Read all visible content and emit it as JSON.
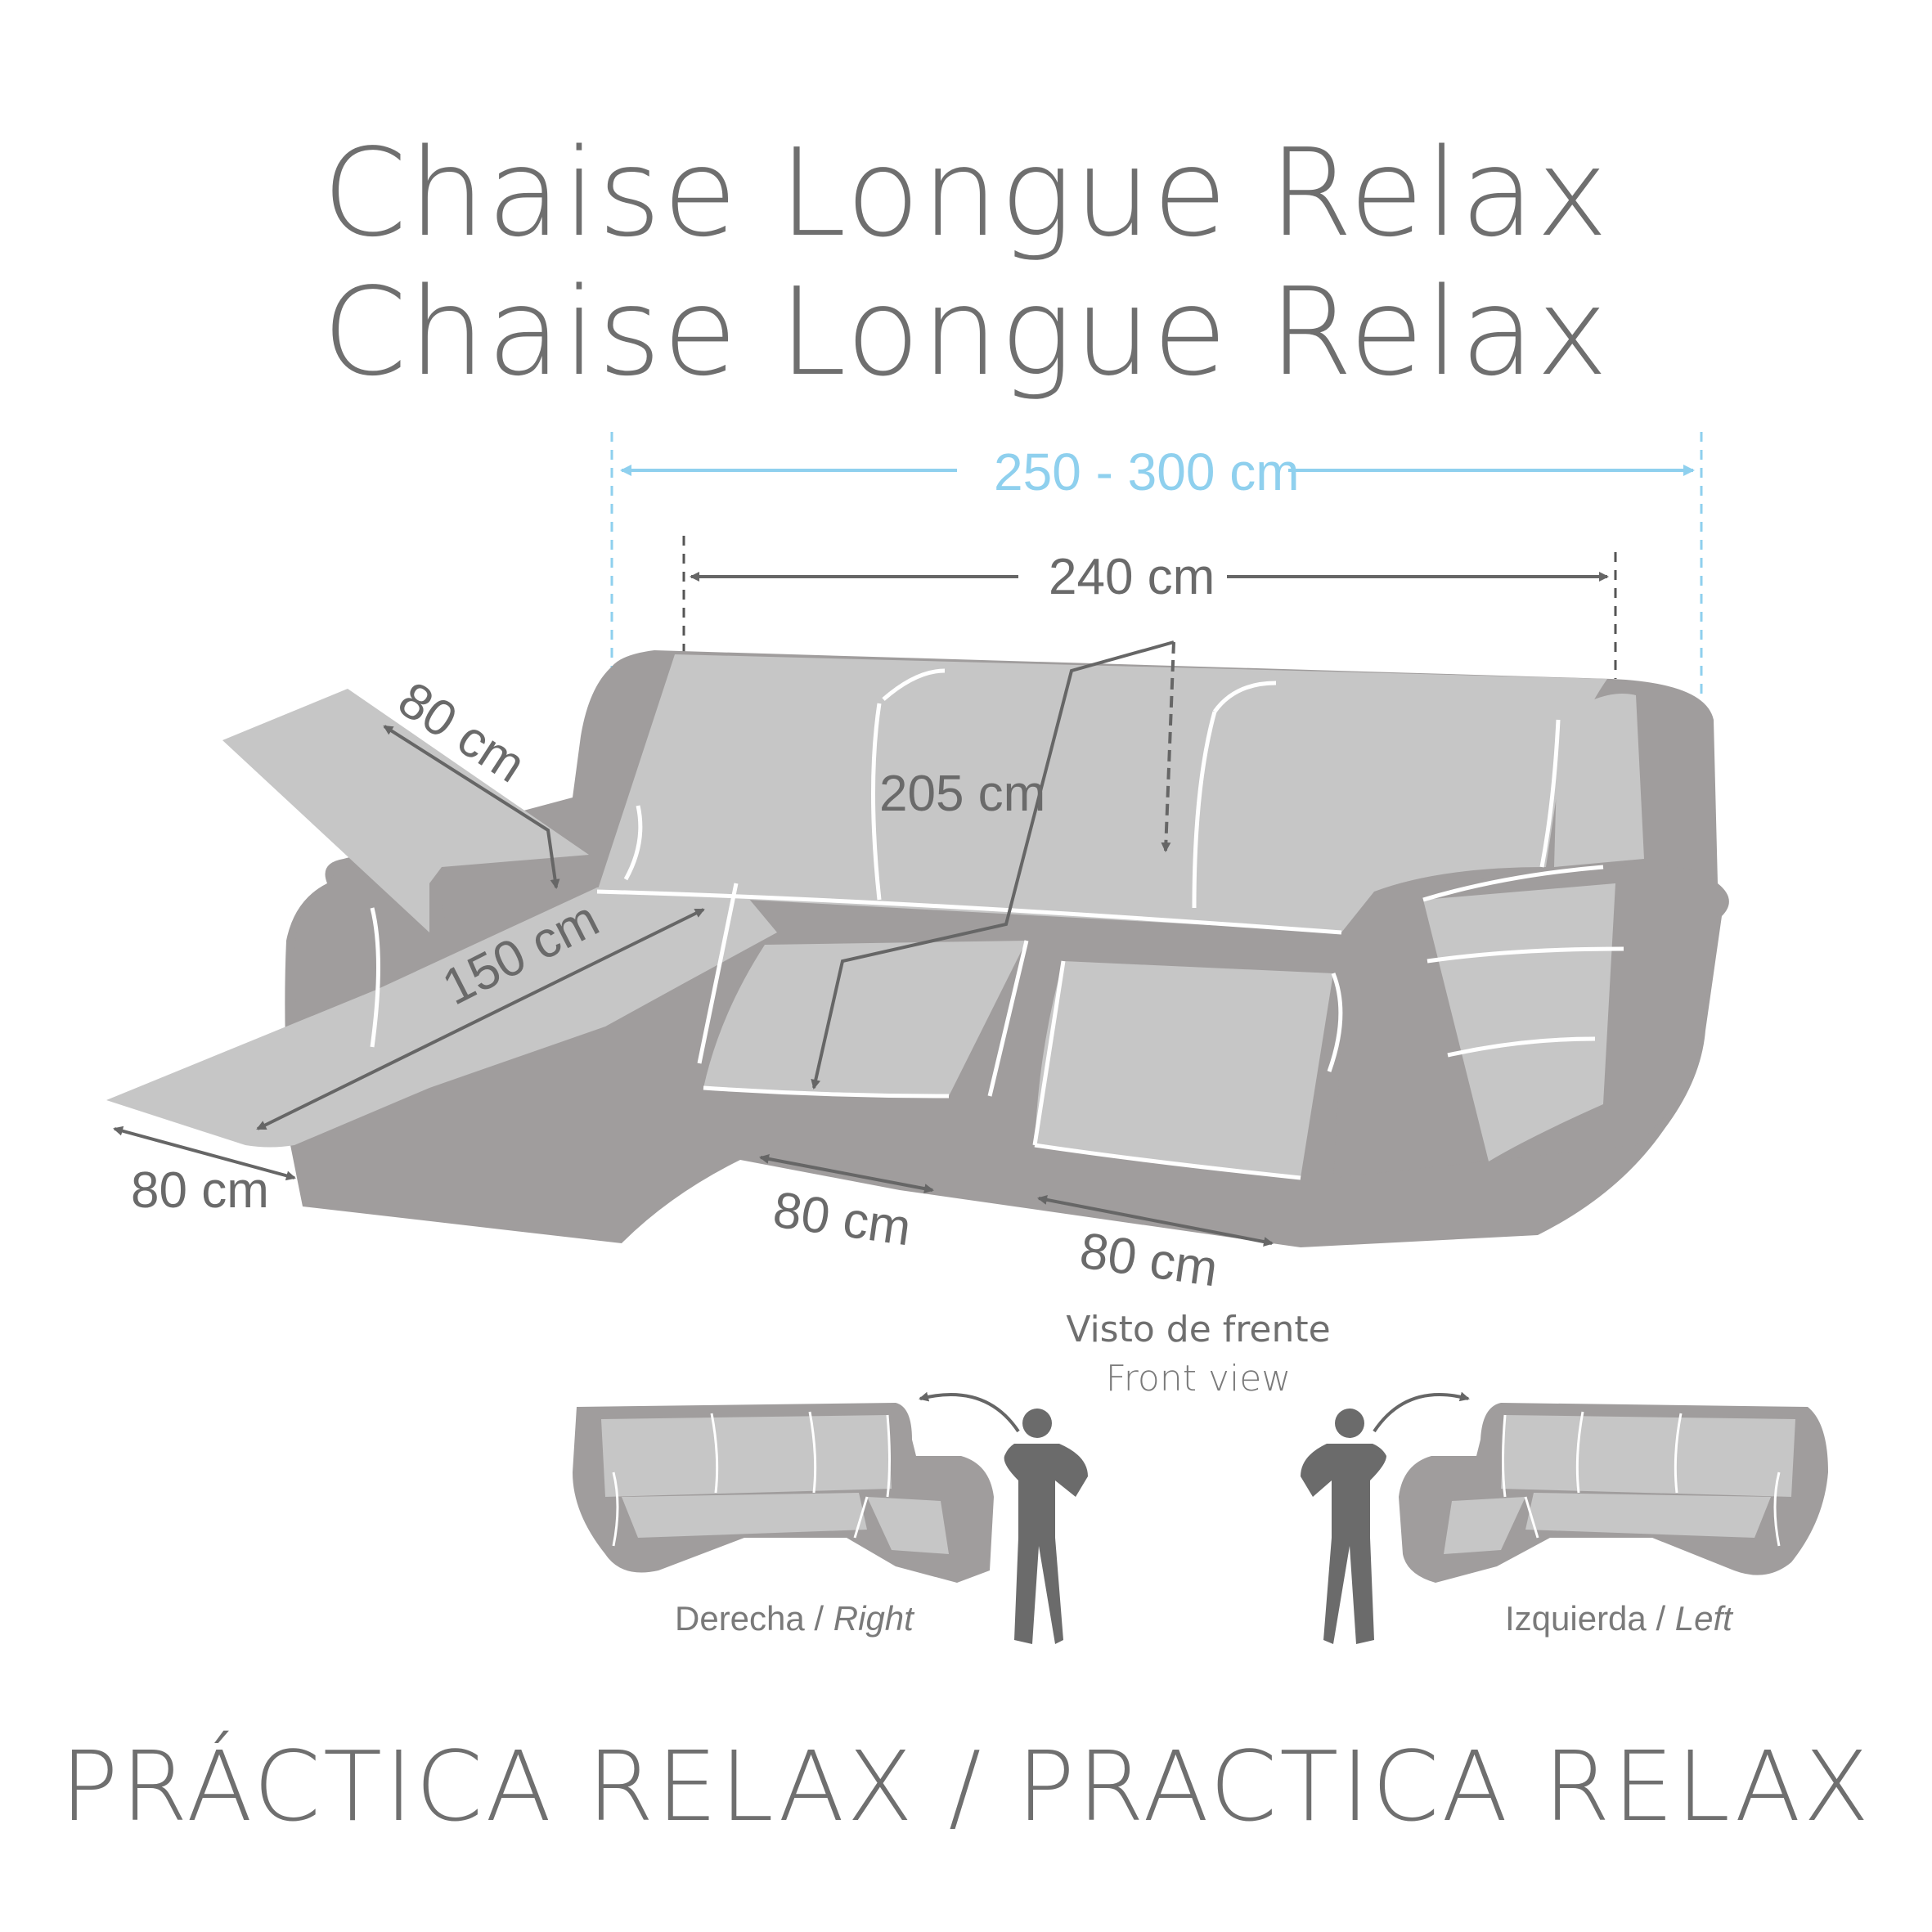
{
  "title_line1": "Chaise Longue Relax",
  "title_line2": "Chaise Longue Relax",
  "dimensions": {
    "overall_width": "250 - 300 cm",
    "back_width": "240 cm",
    "depth_total": "205 cm",
    "chaise_top": "80 cm",
    "chaise_length": "150 cm",
    "chaise_front": "80 cm",
    "seat_1": "80 cm",
    "seat_2": "80 cm"
  },
  "front_view": {
    "title": "Visto de frente",
    "subtitle": "Front view"
  },
  "orientation": {
    "right_es": "Derecha",
    "right_en": "Right",
    "left_es": "Izquierda",
    "left_en": "Left"
  },
  "footer": "PRÁCTICA RELAX / PRACTICA RELAX",
  "colors": {
    "sofa_dark": "#a09d9d",
    "cover_light": "#c6c6c6",
    "dimension_line": "#666666",
    "accent_blue": "#8fd0ee",
    "silhouette": "#6b6b6b"
  }
}
